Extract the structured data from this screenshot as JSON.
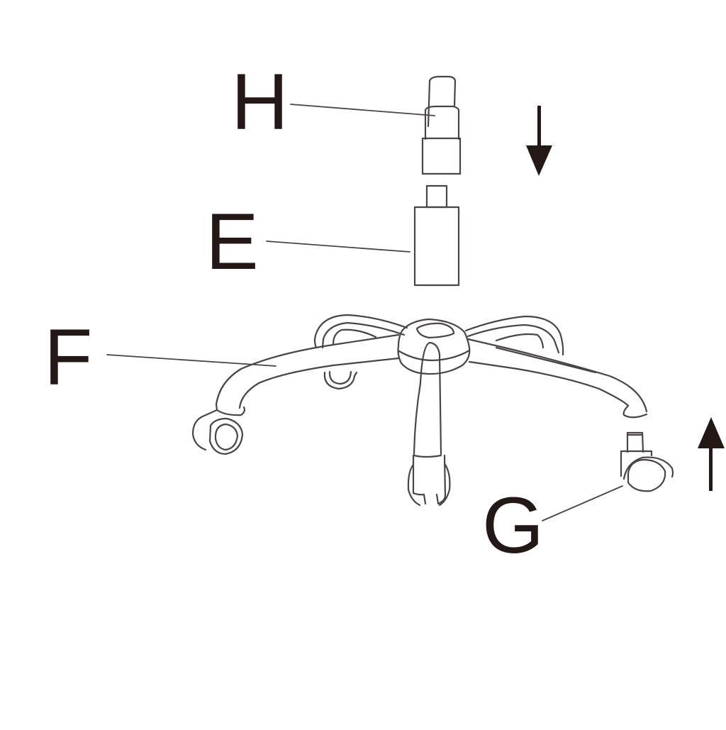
{
  "diagram": {
    "title": "Office chair base assembly",
    "colors": {
      "ink": "#231816",
      "line": "#4a4443",
      "background": "#ffffff"
    },
    "parts": [
      {
        "id": "H",
        "label": "H",
        "description": "gas lift cover / sleeve"
      },
      {
        "id": "E",
        "label": "E",
        "description": "gas lift cylinder"
      },
      {
        "id": "F",
        "label": "F",
        "description": "five-star base"
      },
      {
        "id": "G",
        "label": "G",
        "description": "caster wheel"
      }
    ],
    "arrows": [
      {
        "name": "down-arrow",
        "direction": "down",
        "meaning": "insert H onto E"
      },
      {
        "name": "up-arrow",
        "direction": "up",
        "meaning": "insert G into base F"
      }
    ]
  }
}
